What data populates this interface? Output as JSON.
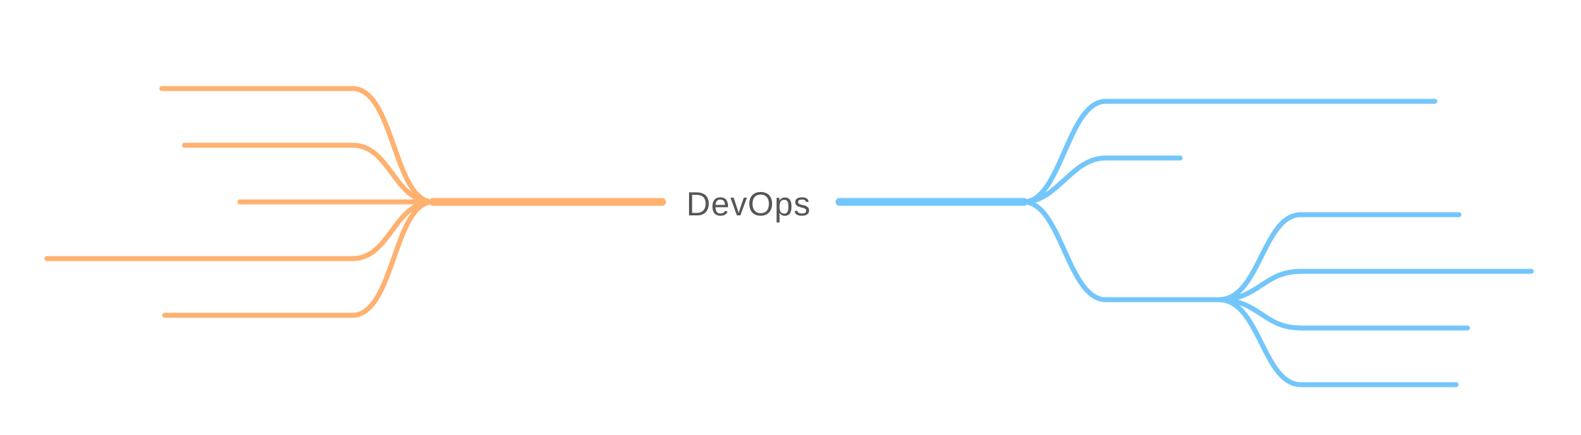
{
  "root": {
    "label": "DevOps",
    "color": "#555555"
  },
  "branches": [
    {
      "side": "left",
      "color": "#ffb170",
      "children": [
        {
          "label": ""
        },
        {
          "label": ""
        },
        {
          "label": ""
        },
        {
          "label": ""
        },
        {
          "label": ""
        }
      ]
    },
    {
      "side": "right",
      "color": "#73c6fa",
      "children": [
        {
          "label": ""
        },
        {
          "label": ""
        },
        {
          "label": "",
          "children": [
            {
              "label": ""
            },
            {
              "label": ""
            },
            {
              "label": ""
            },
            {
              "label": ""
            }
          ]
        }
      ]
    }
  ]
}
